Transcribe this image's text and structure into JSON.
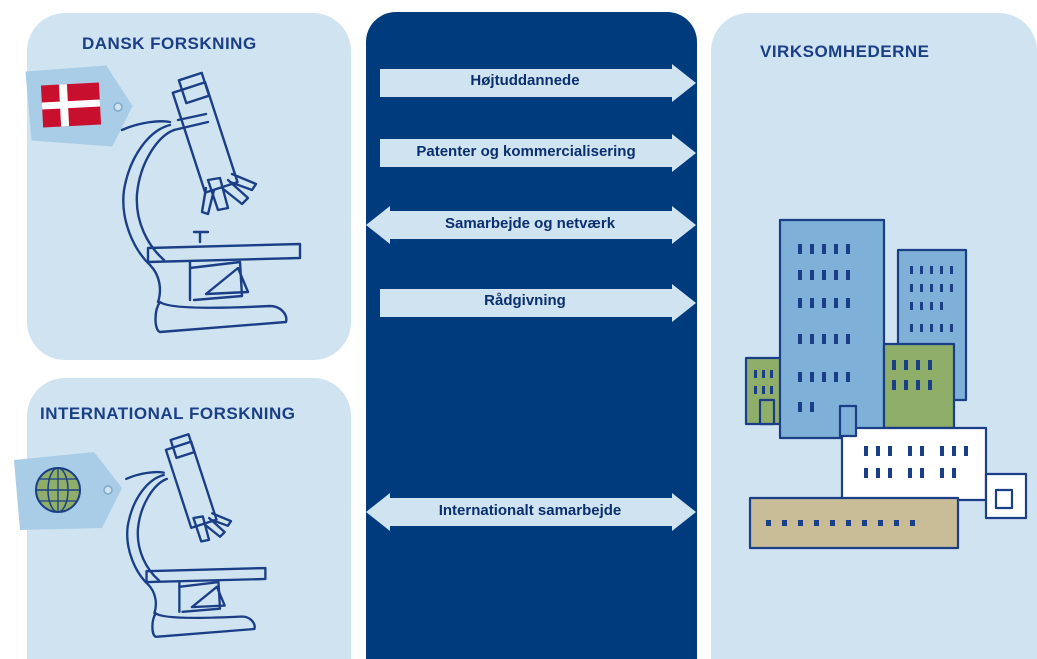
{
  "panels": {
    "danish_research": "DANSK FORSKNING",
    "international_research": "INTERNATIONAL FORSKNING",
    "companies": "VIRKSOMHEDERNE"
  },
  "flows": [
    {
      "label": "Højtuddannede",
      "direction": "right"
    },
    {
      "label": "Patenter og kommercialisering",
      "direction": "right"
    },
    {
      "label": "Samarbejde og netværk",
      "direction": "both"
    },
    {
      "label": "Rådgivning",
      "direction": "right"
    },
    {
      "label": "Internationalt samarbejde",
      "direction": "both"
    }
  ],
  "colors": {
    "panel_bg": "#cfe3f1",
    "center_bg": "#003b7e",
    "arrow_fill": "#cfe3f1",
    "ink": "#1b3f86",
    "flag_red": "#c8102e",
    "building_blue": "#7fb1d8",
    "building_green": "#8fae6a",
    "building_tan": "#c9bd98"
  },
  "icons": [
    "microscope-icon",
    "danish-flag-tag-icon",
    "globe-tag-icon",
    "buildings-icon"
  ]
}
